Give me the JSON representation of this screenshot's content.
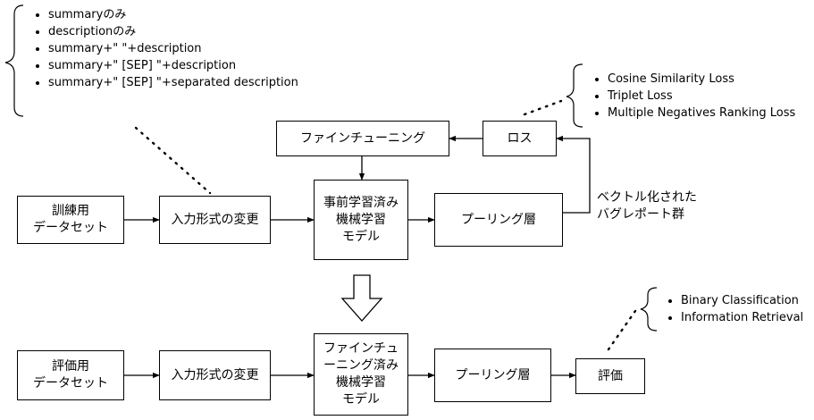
{
  "top_row": {
    "training_data": "訓練用\nデータセット",
    "input_conversion": "入力形式の変更",
    "pretrained_model": "事前学習済み\n機械学習\nモデル",
    "pooling": "プーリング層",
    "finetuning": "ファインチューニング",
    "loss": "ロス",
    "vector_label": "ベクトル化された\nバグレポート群"
  },
  "input_formats": [
    "summaryのみ",
    "descriptionのみ",
    "summary+\" \"+description",
    "summary+\" [SEP] \"+description",
    "summary+\" [SEP] \"+separated description"
  ],
  "loss_functions": [
    "Cosine Similarity Loss",
    "Triplet Loss",
    "Multiple Negatives Ranking Loss"
  ],
  "bottom_row": {
    "eval_data": "評価用\nデータセット",
    "input_conversion": "入力形式の変更",
    "finetuned_model": "ファインチュ\nーニング済み\n機械学習\nモデル",
    "pooling": "プーリング層",
    "evaluation": "評価"
  },
  "eval_tasks": [
    "Binary Classification",
    "Information Retrieval"
  ]
}
